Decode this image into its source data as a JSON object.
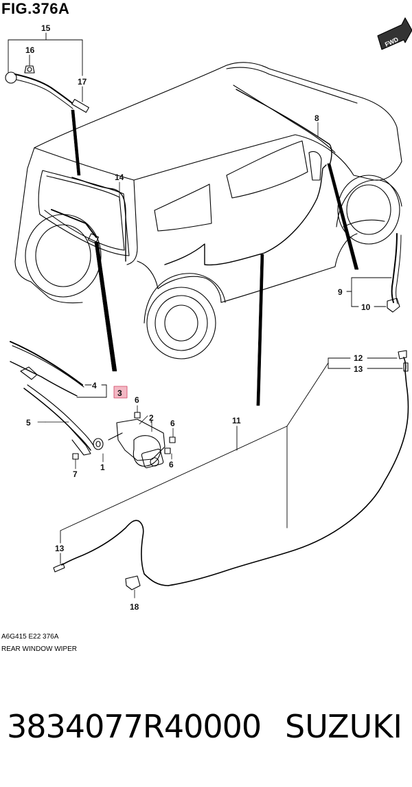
{
  "figure": {
    "title": "FIG.376A",
    "direction_badge": "FWD",
    "code": "A6G415 E22 376A",
    "caption": "REAR WINDOW WIPER"
  },
  "callouts": {
    "c1": "1",
    "c2": "2",
    "c3": "3",
    "c4": "4",
    "c5": "5",
    "c6a": "6",
    "c6b": "6",
    "c6c": "6",
    "c7": "7",
    "c8": "8",
    "c9": "9",
    "c10": "10",
    "c11": "11",
    "c12": "12",
    "c13a": "13",
    "c13b": "13",
    "c14": "14",
    "c15": "15",
    "c16": "16",
    "c17": "17",
    "c18": "18"
  },
  "highlight_callout": "3",
  "highlight_color": "#f3b8c4",
  "product": {
    "part_number": "3834077R40000",
    "brand": "SUZUKI"
  }
}
